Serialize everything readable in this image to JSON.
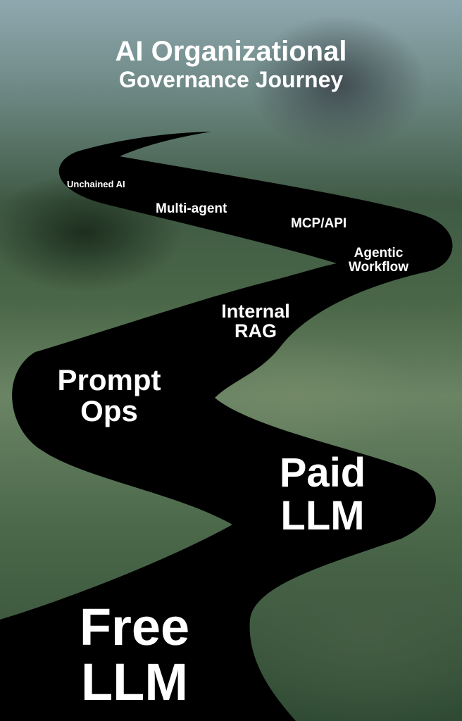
{
  "title": {
    "line1": "AI Organizational",
    "line2": "Governance Journey"
  },
  "stages": {
    "unchained_ai": "Unchained AI",
    "multi_agent": "Multi-agent",
    "mcp_api": "MCP/API",
    "agentic_workflow": [
      "Agentic",
      "Workflow"
    ],
    "internal_rag": [
      "Internal",
      "RAG"
    ],
    "prompt_ops": [
      "Prompt",
      "Ops"
    ],
    "paid_llm": [
      "Paid",
      "LLM"
    ],
    "free_llm": [
      "Free",
      "LLM"
    ]
  },
  "colors": {
    "road": "#000000",
    "text": "#ffffff"
  }
}
